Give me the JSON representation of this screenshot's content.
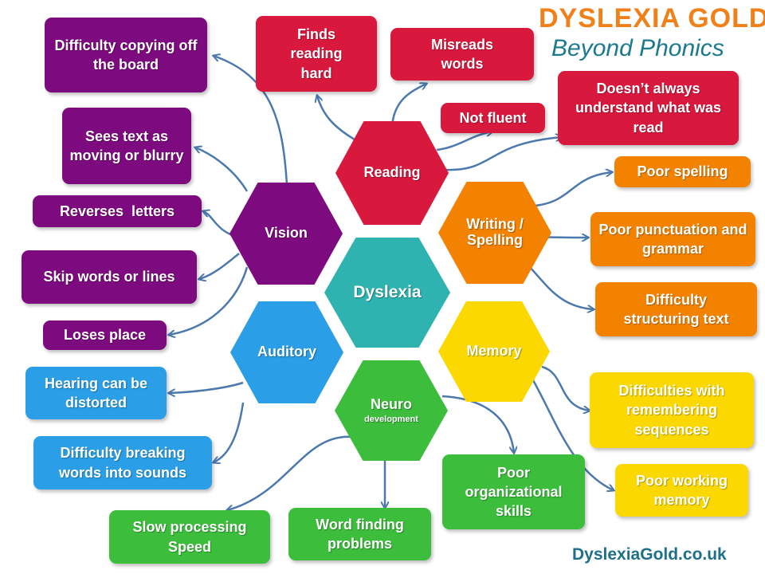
{
  "brand": {
    "title": "DYSLEXIA GOLD",
    "subtitle": "Beyond Phonics",
    "website": "DyslexiaGold.co.uk"
  },
  "colors": {
    "vision": "#7d0a7e",
    "reading": "#d9183d",
    "writing": "#f28200",
    "memory": "#fad800",
    "auditory": "#2a9ee6",
    "neuro": "#3cbd3c",
    "center": "#2fb3b0",
    "connector": "#4c79ad"
  },
  "hexes": {
    "center": "Dyslexia",
    "reading": "Reading",
    "vision": "Vision",
    "writing": "Writing / Spelling",
    "auditory": "Auditory",
    "memory": "Memory",
    "neuro": "Neuro",
    "neuro_sub": "development"
  },
  "boxes": {
    "copy_board": "Difficulty copying off the board",
    "finds_reading_hard": "Finds reading hard",
    "misreads": "Misreads words",
    "not_fluent": "Not fluent",
    "understand": "Doesn’t always understand what was read",
    "moving_blurry": "Sees text as moving or blurry",
    "reverses": "Reverses  letters",
    "skip_words": "Skip words or lines",
    "loses_place": "Loses place",
    "poor_spelling": "Poor spelling",
    "punctuation": "Poor punctuation and grammar",
    "structuring": "Difficulty structuring text",
    "hearing": "Hearing can be distorted",
    "breaking": "Difficulty breaking words into sounds",
    "sequences": "Difficulties with remembering sequences",
    "working_memory": "Poor working memory",
    "organizational": "Poor organizational skills",
    "slow": "Slow processing Speed",
    "word_finding": "Word finding problems"
  }
}
